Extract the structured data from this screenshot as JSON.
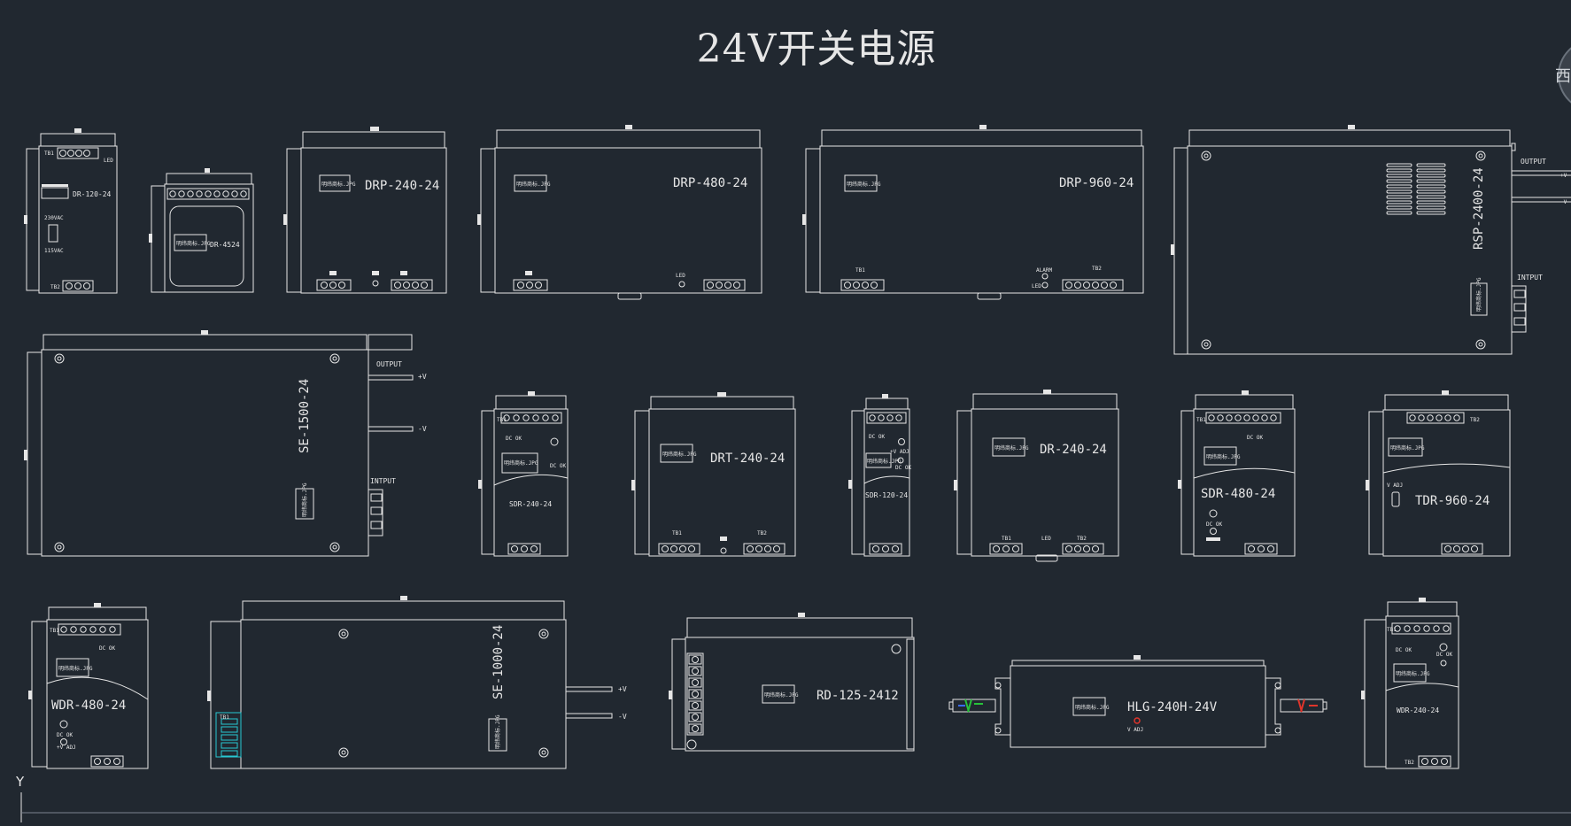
{
  "title": "24V开关电源",
  "edge_label": "西",
  "axis": {
    "y_label": "Y"
  },
  "image_placeholder": "明纬商标.JPG",
  "labels": {
    "output": "OUTPUT",
    "input": "INTPUT",
    "plus_v": "+V",
    "minus_v": "-V",
    "dc_ok": "DC OK",
    "led": "LED",
    "alarm": "ALARM",
    "v_adj": "+V ADJ",
    "tb1": "TB1",
    "tb2": "TB2",
    "v_adj_short": "V ADJ",
    "ac_230": "230VAC",
    "ac_115": "115VAC"
  },
  "models": [
    "DR-120-24",
    "DR-4524",
    "DRP-240-24",
    "DRP-480-24",
    "DRP-960-24",
    "RSP-2400-24",
    "SE-1500-24",
    "SDR-240-24",
    "DRT-240-24",
    "SDR-120-24",
    "DR-240-24",
    "SDR-480-24",
    "TDR-960-24",
    "WDR-480-24",
    "SE-1000-24",
    "RD-125-2412",
    "HLG-240H-24V",
    "WDR-240-24"
  ],
  "colors": {
    "background": "#212830",
    "line": "#e6e6e6",
    "accent_cyan": "#28c8d2",
    "accent_green": "#27c23a",
    "accent_red": "#e0352b",
    "accent_blue": "#3a6bff"
  }
}
